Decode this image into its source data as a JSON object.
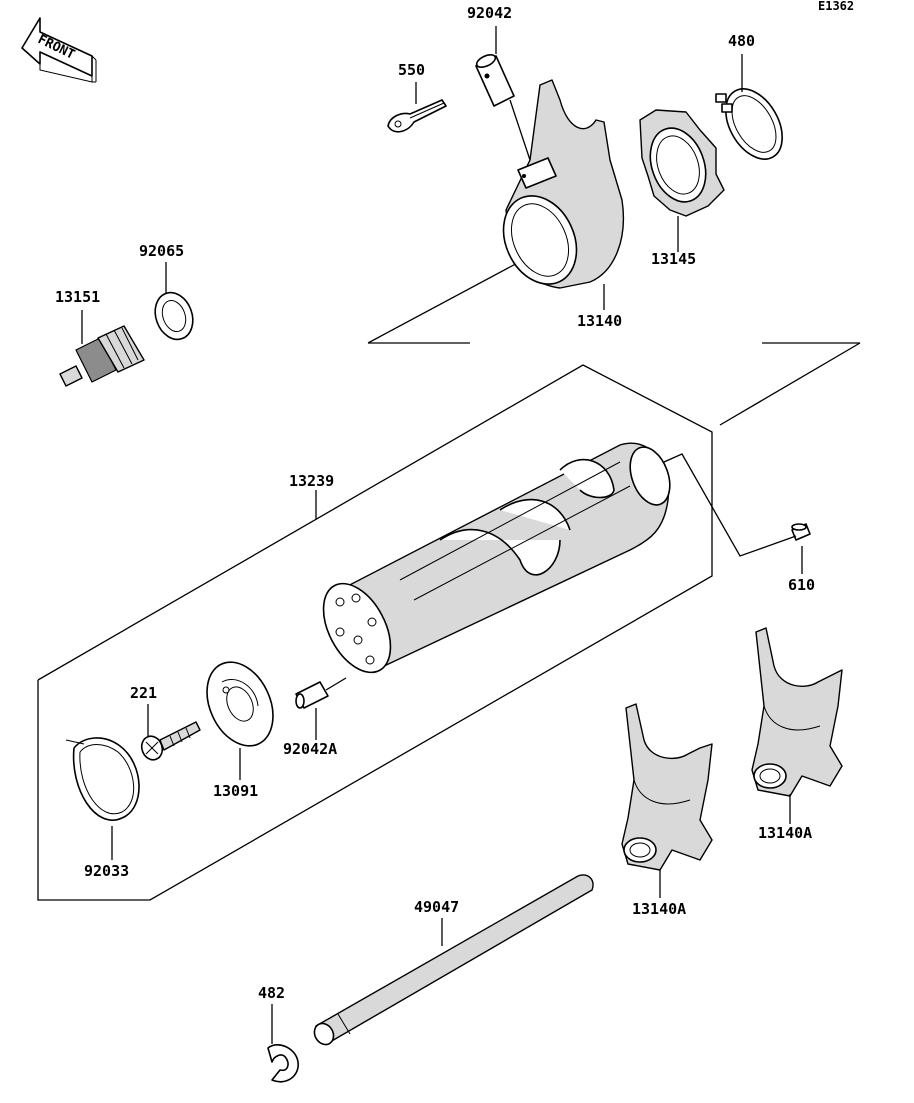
{
  "diagram_code": "E1362",
  "front_label": "FRONT",
  "parts": {
    "p92042": "92042",
    "p550": "550",
    "p480": "480",
    "p92065": "92065",
    "p13151": "13151",
    "p13145": "13145",
    "p13140": "13140",
    "p13239": "13239",
    "p610": "610",
    "p221": "221",
    "p92042A": "92042A",
    "p13091": "13091",
    "p13140A_right": "13140A",
    "p13140A_left": "13140A",
    "p92033": "92033",
    "p49047": "49047",
    "p482": "482"
  }
}
